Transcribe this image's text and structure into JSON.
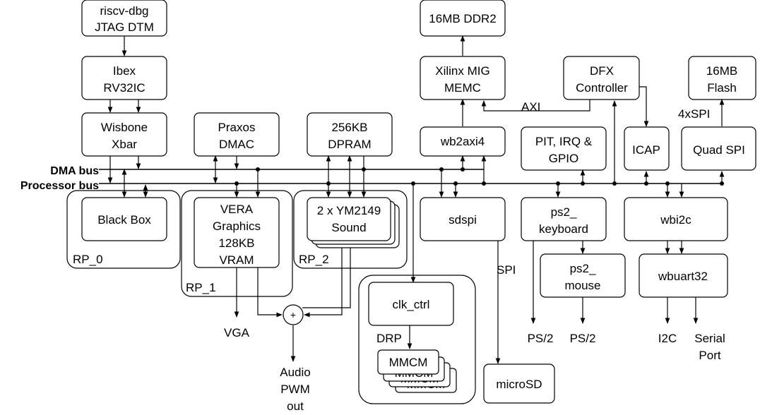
{
  "blocks": {
    "riscv_dbg": [
      "riscv-dbg",
      "JTAG DTM"
    ],
    "ibex": [
      "Ibex",
      "RV32IC"
    ],
    "wisbone": [
      "Wisbone",
      "Xbar"
    ],
    "praxos": [
      "Praxos",
      "DMAC"
    ],
    "dpram": [
      "256KB",
      "DPRAM"
    ],
    "ddr2": [
      "16MB DDR2"
    ],
    "mig": [
      "Xilinx MIG",
      "MEMC"
    ],
    "wb2axi4": [
      "wb2axi4"
    ],
    "dfx": [
      "DFX",
      "Controller"
    ],
    "flash": [
      "16MB",
      "Flash"
    ],
    "pit": [
      "PIT, IRQ &",
      "GPIO"
    ],
    "icap": [
      "ICAP"
    ],
    "quad_spi": [
      "Quad SPI"
    ],
    "black_box": [
      "Black Box"
    ],
    "vera": [
      "VERA",
      "Graphics",
      "128KB",
      "VRAM"
    ],
    "ym2149": [
      "2 x YM2149",
      "Sound"
    ],
    "sdspi": [
      "sdspi"
    ],
    "ps2_keyboard": [
      "ps2_",
      "keyboard"
    ],
    "wbi2c": [
      "wbi2c"
    ],
    "ps2_mouse": [
      "ps2_",
      "mouse"
    ],
    "wbuart32": [
      "wbuart32"
    ],
    "clk_ctrl": [
      "clk_ctrl"
    ],
    "mmcm": [
      "MMCM"
    ],
    "mmcm_shadow": [
      "MMCM"
    ],
    "microsd": [
      "microSD"
    ]
  },
  "regions": {
    "rp0": "RP_0",
    "rp1": "RP_1",
    "rp2": "RP_2"
  },
  "buses": {
    "dma": "DMA bus",
    "processor": "Processor bus"
  },
  "signals": {
    "axi": "AXI",
    "four_x_spi": "4xSPI",
    "spi": "SPI",
    "drp": "DRP",
    "vga": "VGA",
    "audio": [
      "Audio",
      "PWM",
      "out"
    ],
    "ps2_a": "PS/2",
    "ps2_b": "PS/2",
    "i2c": "I2C",
    "serial": [
      "Serial",
      "Port"
    ],
    "mixer": "+"
  }
}
